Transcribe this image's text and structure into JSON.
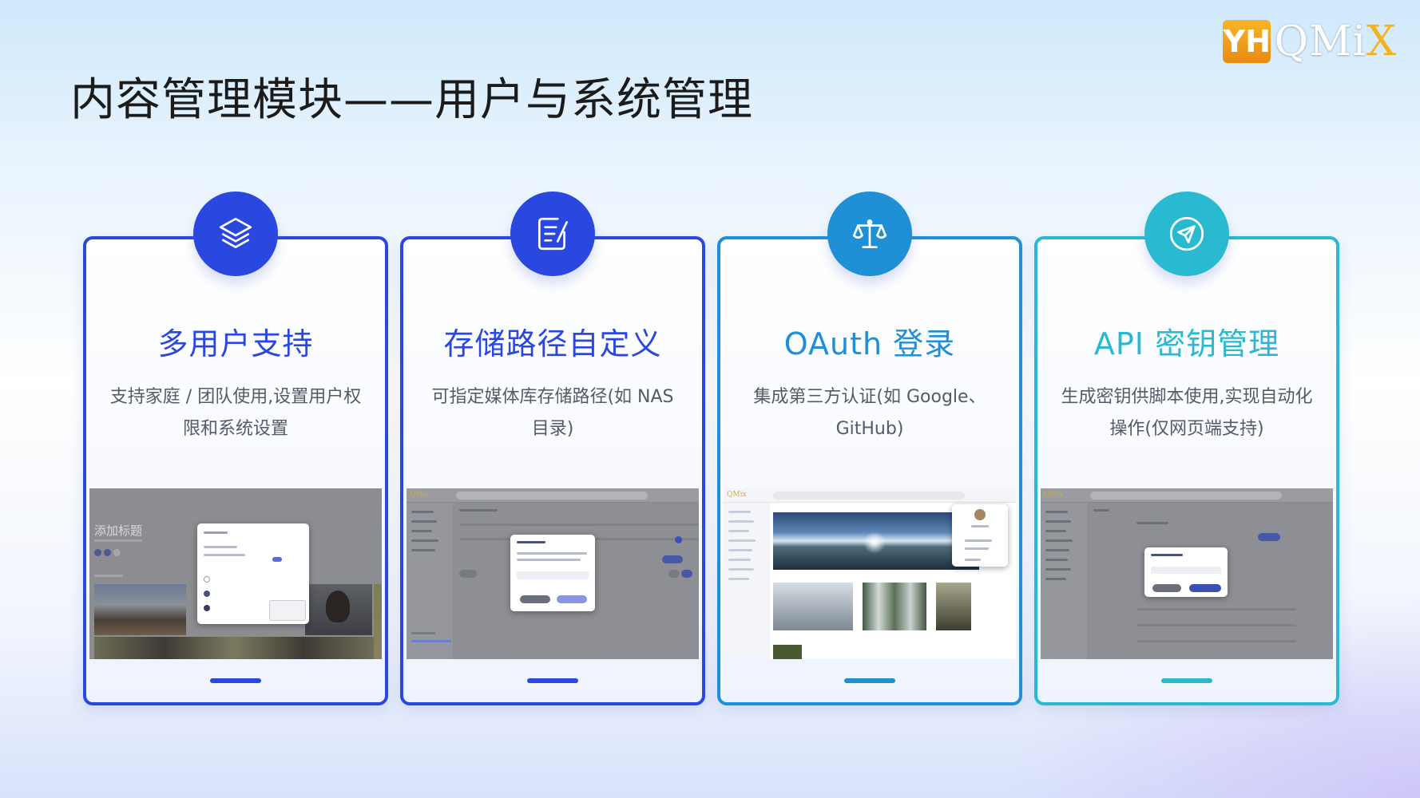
{
  "logo": {
    "mark": "YH",
    "text": "QMi",
    "x": "X"
  },
  "page_title": "内容管理模块——用户与系统管理",
  "cards": [
    {
      "icon": "layers-icon",
      "color": "#2a47e0",
      "title": "多用户支持",
      "desc": "支持家庭 / 团队使用,设置用户权限和系统设置",
      "shot_heading": "添加标题"
    },
    {
      "icon": "document-edit-icon",
      "color": "#2a47e0",
      "title": "存储路径自定义",
      "desc": "可指定媒体库存储路径(如 NAS 目录)"
    },
    {
      "icon": "balance-scale-icon",
      "color": "#1f8fd6",
      "title": "OAuth 登录",
      "desc": "集成第三方认证(如 Google、GitHub)"
    },
    {
      "icon": "send-icon",
      "color": "#29b9d1",
      "title": "API 密钥管理",
      "desc": "生成密钥供脚本使用,实现自动化操作(仅网页端支持)"
    }
  ]
}
